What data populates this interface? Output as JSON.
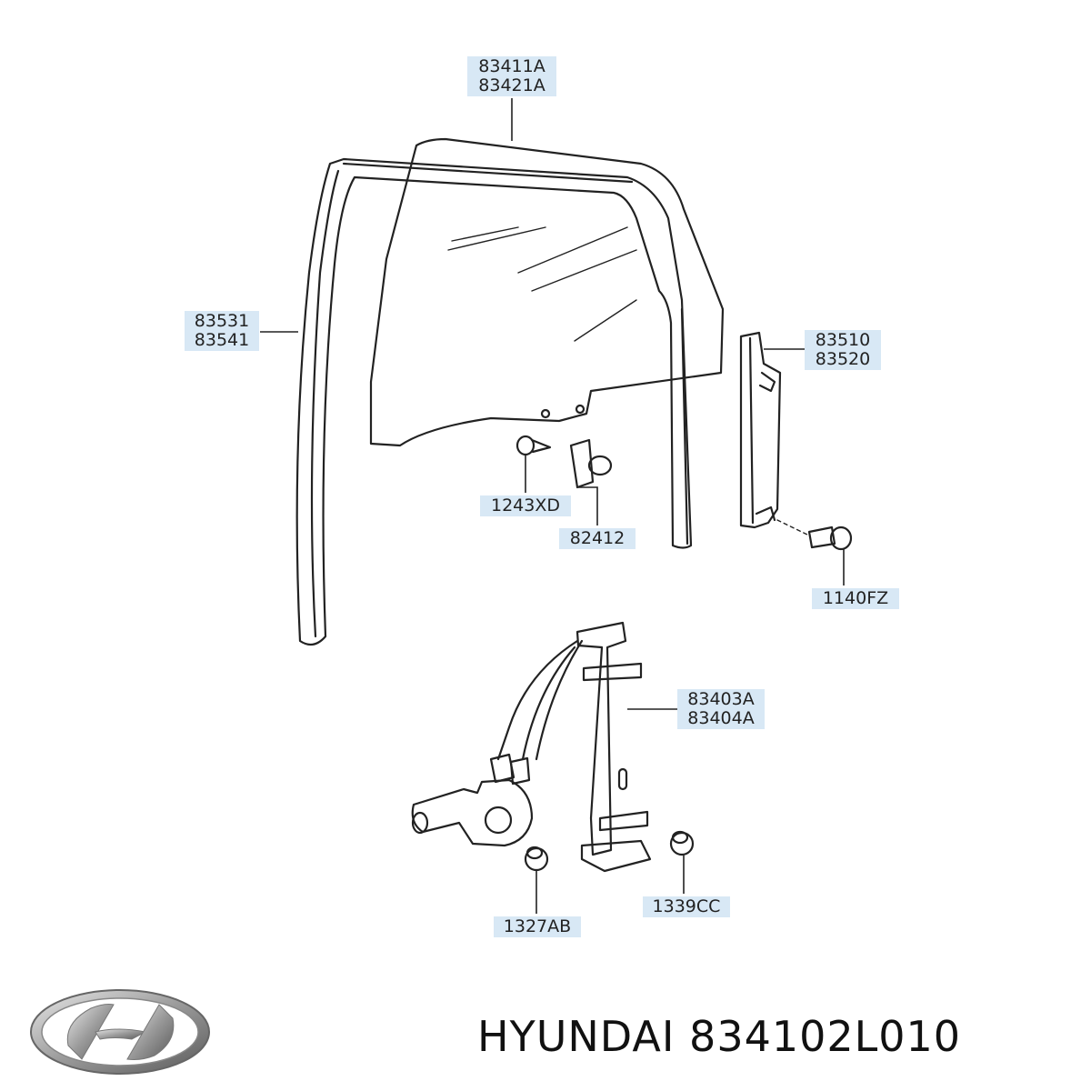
{
  "callouts": {
    "glass": [
      "83411A",
      "83421A"
    ],
    "run_channel": [
      "83531",
      "83541"
    ],
    "rear_channel": [
      "83510",
      "83520"
    ],
    "screw": "1243XD",
    "holder": "82412",
    "bolt": "1140FZ",
    "regulator": [
      "83403A",
      "83404A"
    ],
    "nut_left": "1327AB",
    "nut_right": "1339CC"
  },
  "footer": {
    "brand": "HYUNDAI",
    "part_number": "834102L010"
  },
  "colors": {
    "callout_bg": "#d8e8f5",
    "line": "#222222"
  },
  "logo": "hyundai-logo"
}
